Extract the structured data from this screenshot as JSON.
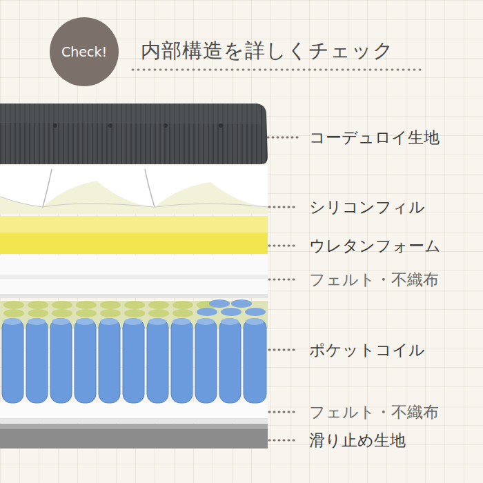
{
  "diagram": {
    "title": "内部構造を詳しくチェック",
    "nodes": [
      {
        "text": [
          "Check!"
        ]
      }
    ],
    "labels": [
      "コーデュロイ生地",
      "シリコンフィル",
      "ウレタンフォーム",
      "フェルト・不織布",
      "ポケットコイル",
      "フェルト・不織布",
      "滑り止め生地"
    ]
  }
}
